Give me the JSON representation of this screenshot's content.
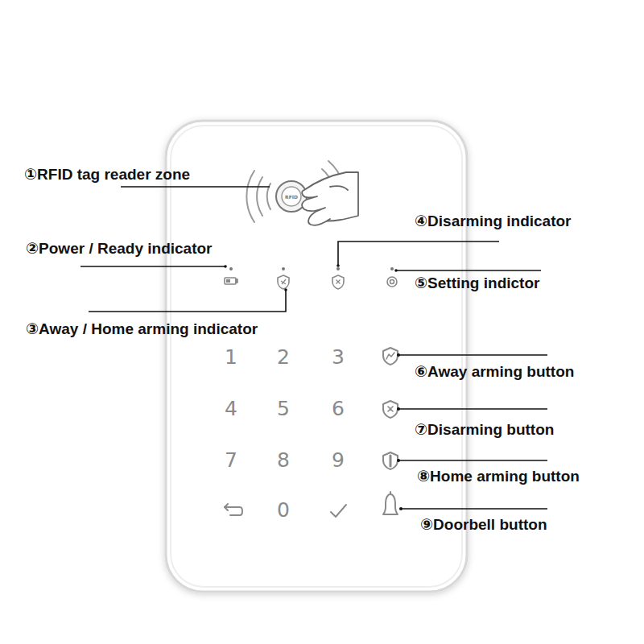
{
  "diagram": {
    "labels": [
      "①RFID tag reader zone",
      "RFID",
      "④Disarming indicator",
      "②Power / Ready indicator",
      "⑤Setting indictor",
      "③Away / Home arming indicator",
      "1",
      "2",
      "3",
      "⑥Away arming button",
      "4",
      "5",
      "6",
      "⑦Disarming button",
      "7",
      "8",
      "9",
      "⑧Home arming button",
      "0",
      "⑨Doorbell button"
    ]
  }
}
